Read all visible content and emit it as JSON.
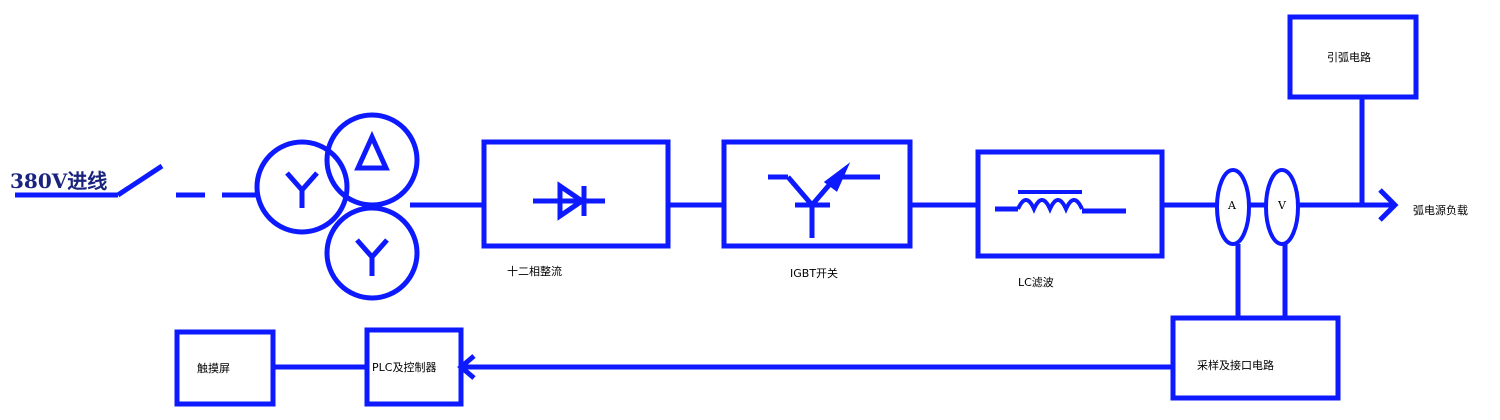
{
  "input_label": "380V进线",
  "rectifier_label": "十二相整流",
  "igbt_label": "IGBT开关",
  "lc_label": "LC滤波",
  "ammeter_label": "A",
  "voltmeter_label": "V",
  "arc_starter_label": "引弧电路",
  "load_label": "弧电源负载",
  "sampling_label": "采样及接口电路",
  "plc_label": "PLC及控制器",
  "touchscreen_label": "触摸屏",
  "colors": {
    "line": "#0d1aff",
    "box_fill": "#ffffff",
    "meter_fill": "#ffffff"
  },
  "transformer_symbols": [
    "Y",
    "Δ",
    "Y"
  ],
  "icons": [
    "switch-icon",
    "transformer-icon",
    "diode-icon",
    "igbt-icon",
    "inductor-icon",
    "arrow-icon"
  ]
}
